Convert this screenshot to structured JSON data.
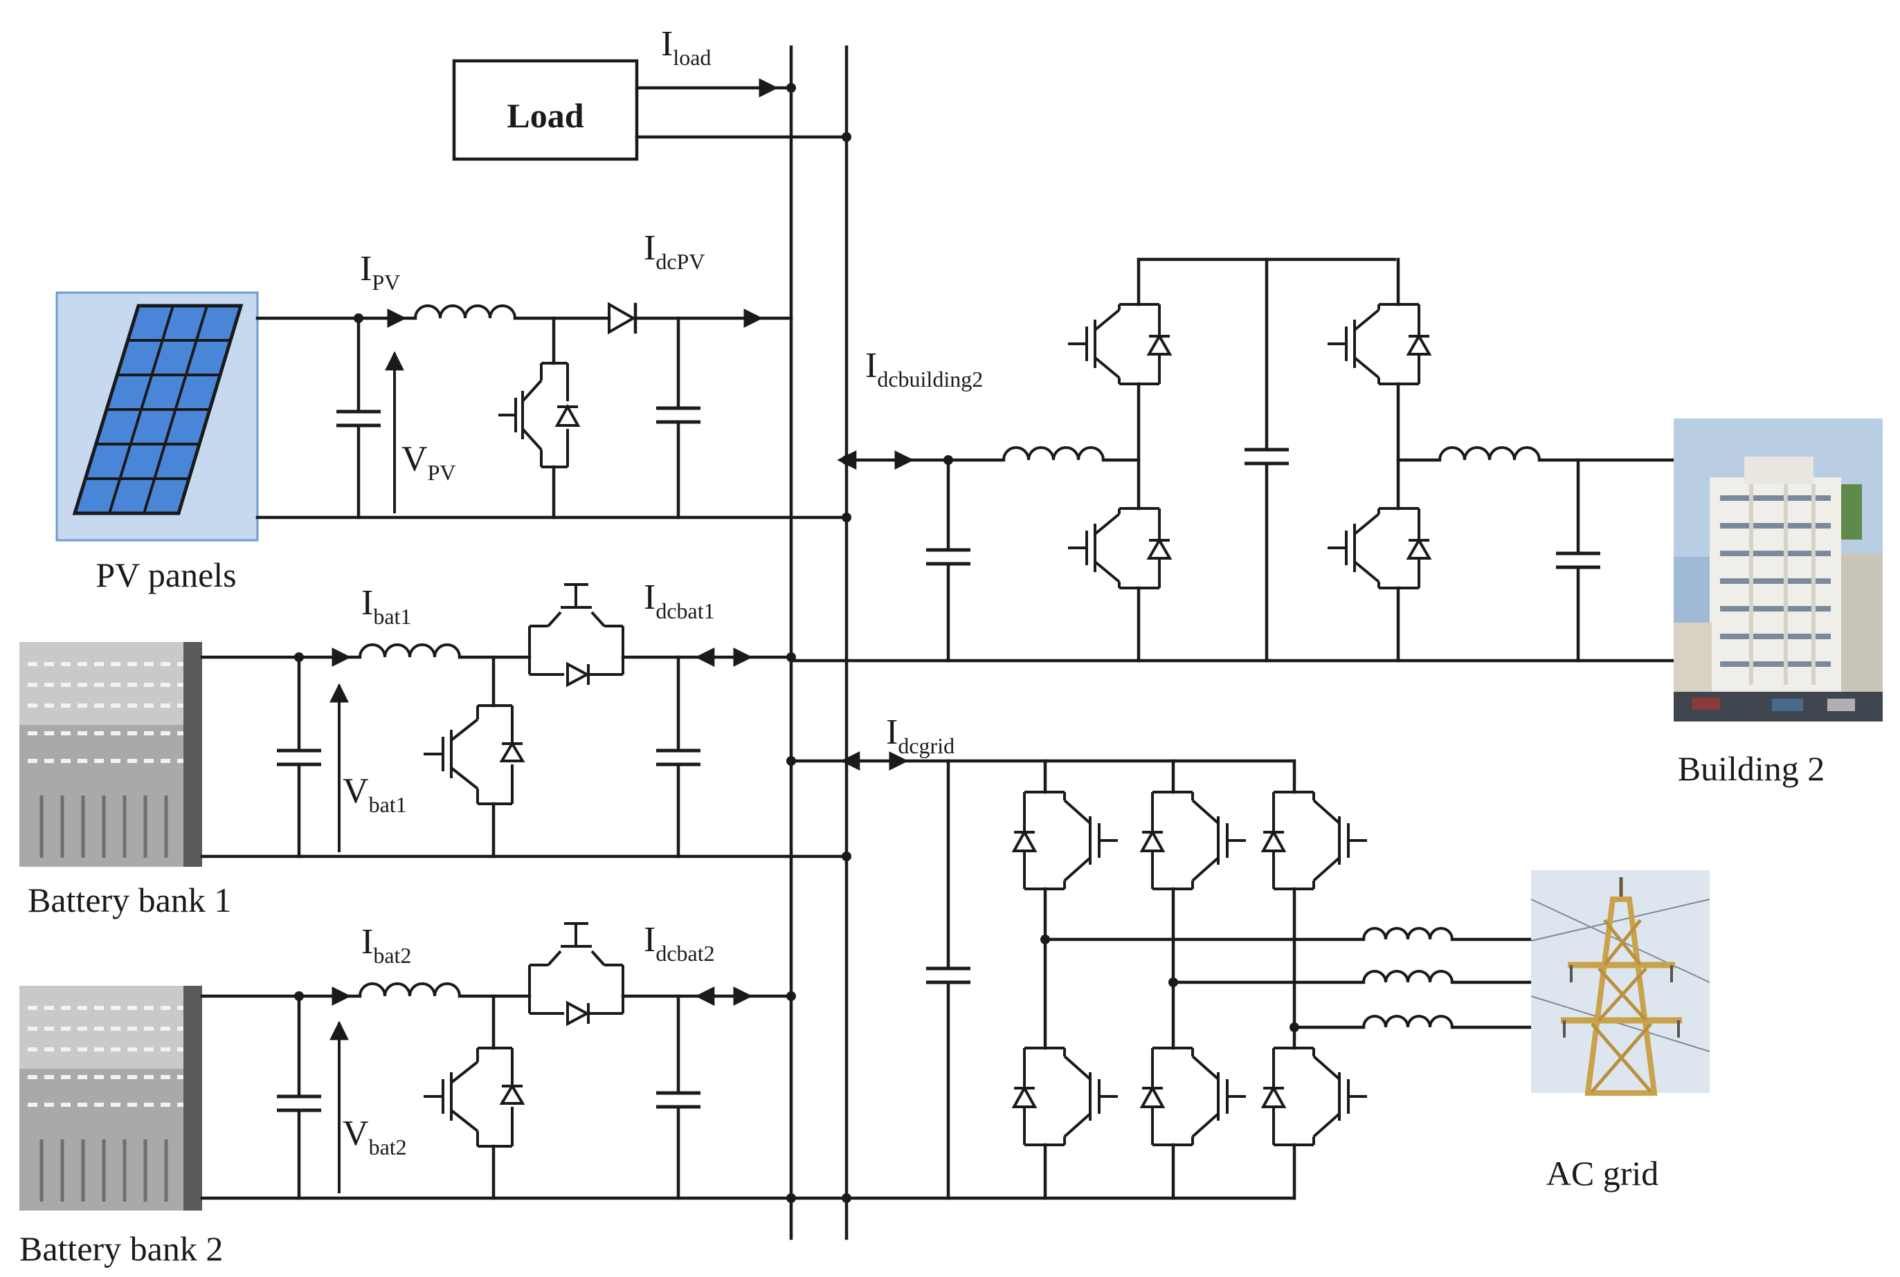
{
  "load": {
    "label": "Load"
  },
  "currents": {
    "load": {
      "main": "I",
      "sub": "load"
    },
    "pv": {
      "main": "I",
      "sub": "PV"
    },
    "dcpv": {
      "main": "I",
      "sub": "dcPV"
    },
    "dcbuilding2": {
      "main": "I",
      "sub": "dcbuilding2"
    },
    "bat1": {
      "main": "I",
      "sub": "bat1"
    },
    "dcbat1": {
      "main": "I",
      "sub": "dcbat1"
    },
    "dcgrid": {
      "main": "I",
      "sub": "dcgrid"
    },
    "bat2": {
      "main": "I",
      "sub": "bat2"
    },
    "dcbat2": {
      "main": "I",
      "sub": "dcbat2"
    }
  },
  "voltages": {
    "pv": {
      "main": "V",
      "sub": "PV"
    },
    "bat1": {
      "main": "V",
      "sub": "bat1"
    },
    "bat2": {
      "main": "V",
      "sub": "bat2"
    }
  },
  "sources": {
    "pv_panels": "PV panels",
    "battery_bank_1": "Battery bank 1",
    "battery_bank_2": "Battery bank 2",
    "building_2": "Building 2",
    "ac_grid": "AC grid"
  },
  "colors": {
    "wire": "#1a1a1a",
    "pv_panel_fill": "#c7d9ee",
    "pv_cell": "#4a86d8",
    "battery": "#8e8e8e",
    "building_sky": "#9fb9d6",
    "grid_sky": "#dde6ef",
    "pylon": "#c9a24a"
  },
  "icons": [
    "pv-panel-icon",
    "battery-icon",
    "building-icon",
    "transmission-tower-icon"
  ]
}
